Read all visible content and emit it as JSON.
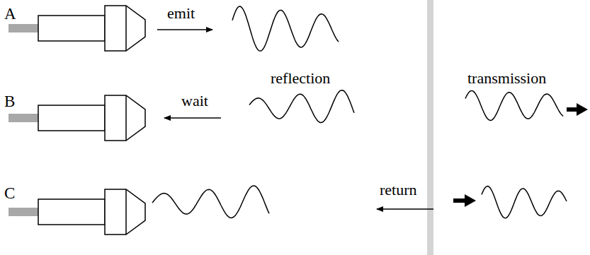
{
  "diagram": {
    "labels": [
      "A",
      "emit",
      "B",
      "wait",
      "reflection",
      "transmission",
      "C",
      "return"
    ]
  }
}
